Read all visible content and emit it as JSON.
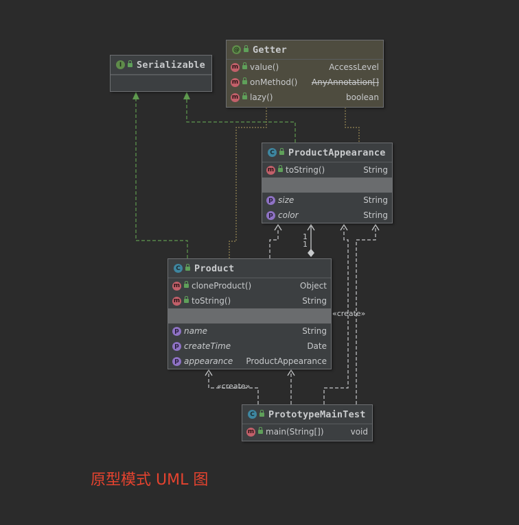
{
  "classes": {
    "serializable": {
      "title": "Serializable",
      "badge": "I"
    },
    "getter": {
      "title": "Getter",
      "badge": "@",
      "methods": [
        {
          "name": "value()",
          "type": "AccessLevel"
        },
        {
          "name": "onMethod()",
          "type": "AnyAnnotation[]"
        },
        {
          "name": "lazy()",
          "type": "boolean"
        }
      ]
    },
    "product_appearance": {
      "title": "ProductAppearance",
      "badge": "C",
      "methods": [
        {
          "name": "toString()",
          "type": "String"
        }
      ],
      "properties": [
        {
          "name": "size",
          "type": "String"
        },
        {
          "name": "color",
          "type": "String"
        }
      ]
    },
    "product": {
      "title": "Product",
      "badge": "C",
      "methods": [
        {
          "name": "cloneProduct()",
          "type": "Object"
        },
        {
          "name": "toString()",
          "type": "String"
        }
      ],
      "properties": [
        {
          "name": "name",
          "type": "String"
        },
        {
          "name": "createTime",
          "type": "Date"
        },
        {
          "name": "appearance",
          "type": "ProductAppearance"
        }
      ]
    },
    "prototype_main_test": {
      "title": "PrototypeMainTest",
      "badge": "C",
      "methods": [
        {
          "name": "main(String[])",
          "type": "void"
        }
      ]
    }
  },
  "badges": {
    "method": "m",
    "property": "p"
  },
  "edge_labels": {
    "create_1": "«create»",
    "create_2": "«create»",
    "mult_top": "1",
    "mult_bottom": "1"
  },
  "caption": "原型模式 UML 图",
  "colors": {
    "background": "#2b2b2b",
    "implements": "#5f9a4f",
    "dependency": "#c8cacc",
    "annotation": "#8a8a4e",
    "caption": "#e5432f"
  }
}
